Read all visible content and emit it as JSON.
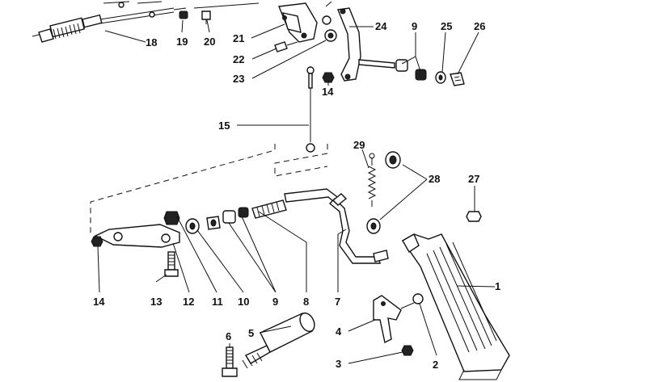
{
  "diagram": {
    "callouts": {
      "c1": "1",
      "c2": "2",
      "c3": "3",
      "c4": "4",
      "c5": "5",
      "c6": "6",
      "c7": "7",
      "c8": "8",
      "c9a": "9",
      "c9b": "9",
      "c10": "10",
      "c11": "11",
      "c12": "12",
      "c13": "13",
      "c14a": "14",
      "c14b": "14",
      "c15": "15",
      "c18": "18",
      "c19": "19",
      "c20": "20",
      "c21": "21",
      "c22": "22",
      "c23": "23",
      "c24": "24",
      "c25": "25",
      "c26": "26",
      "c27": "27",
      "c28": "28",
      "c29": "29"
    }
  }
}
